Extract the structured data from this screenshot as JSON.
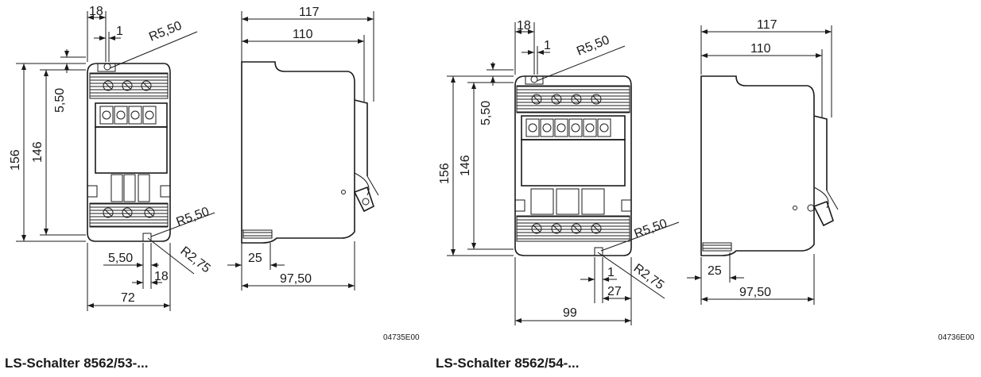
{
  "drawings": [
    {
      "caption": "LS-Schalter 8562/53-...",
      "code": "04735E00",
      "front_dims": {
        "top_width": "18",
        "top_small": "1",
        "top_radius": "R5,50",
        "height_outer": "156",
        "height_inner": "146",
        "top_offset": "5,50",
        "bottom_radius": "R5,50",
        "slot_radius": "R2,75",
        "bottom_offset": "5,50",
        "bottom_small": "18",
        "total_width": "72"
      },
      "side_dims": {
        "depth_outer": "117",
        "depth_inner": "110",
        "bottom_small": "25",
        "bottom_depth": "97,50"
      }
    },
    {
      "caption": "LS-Schalter 8562/54-...",
      "code": "04736E00",
      "front_dims": {
        "top_width": "18",
        "top_small": "1",
        "top_radius": "R5,50",
        "height_outer": "156",
        "height_inner": "146",
        "top_offset": "5,50",
        "bottom_radius": "R5,50",
        "slot_radius": "R2,75",
        "bottom_small": "1",
        "bottom_offset": "27",
        "total_width": "99"
      },
      "side_dims": {
        "depth_outer": "117",
        "depth_inner": "110",
        "bottom_small": "25",
        "bottom_depth": "97,50"
      }
    }
  ]
}
